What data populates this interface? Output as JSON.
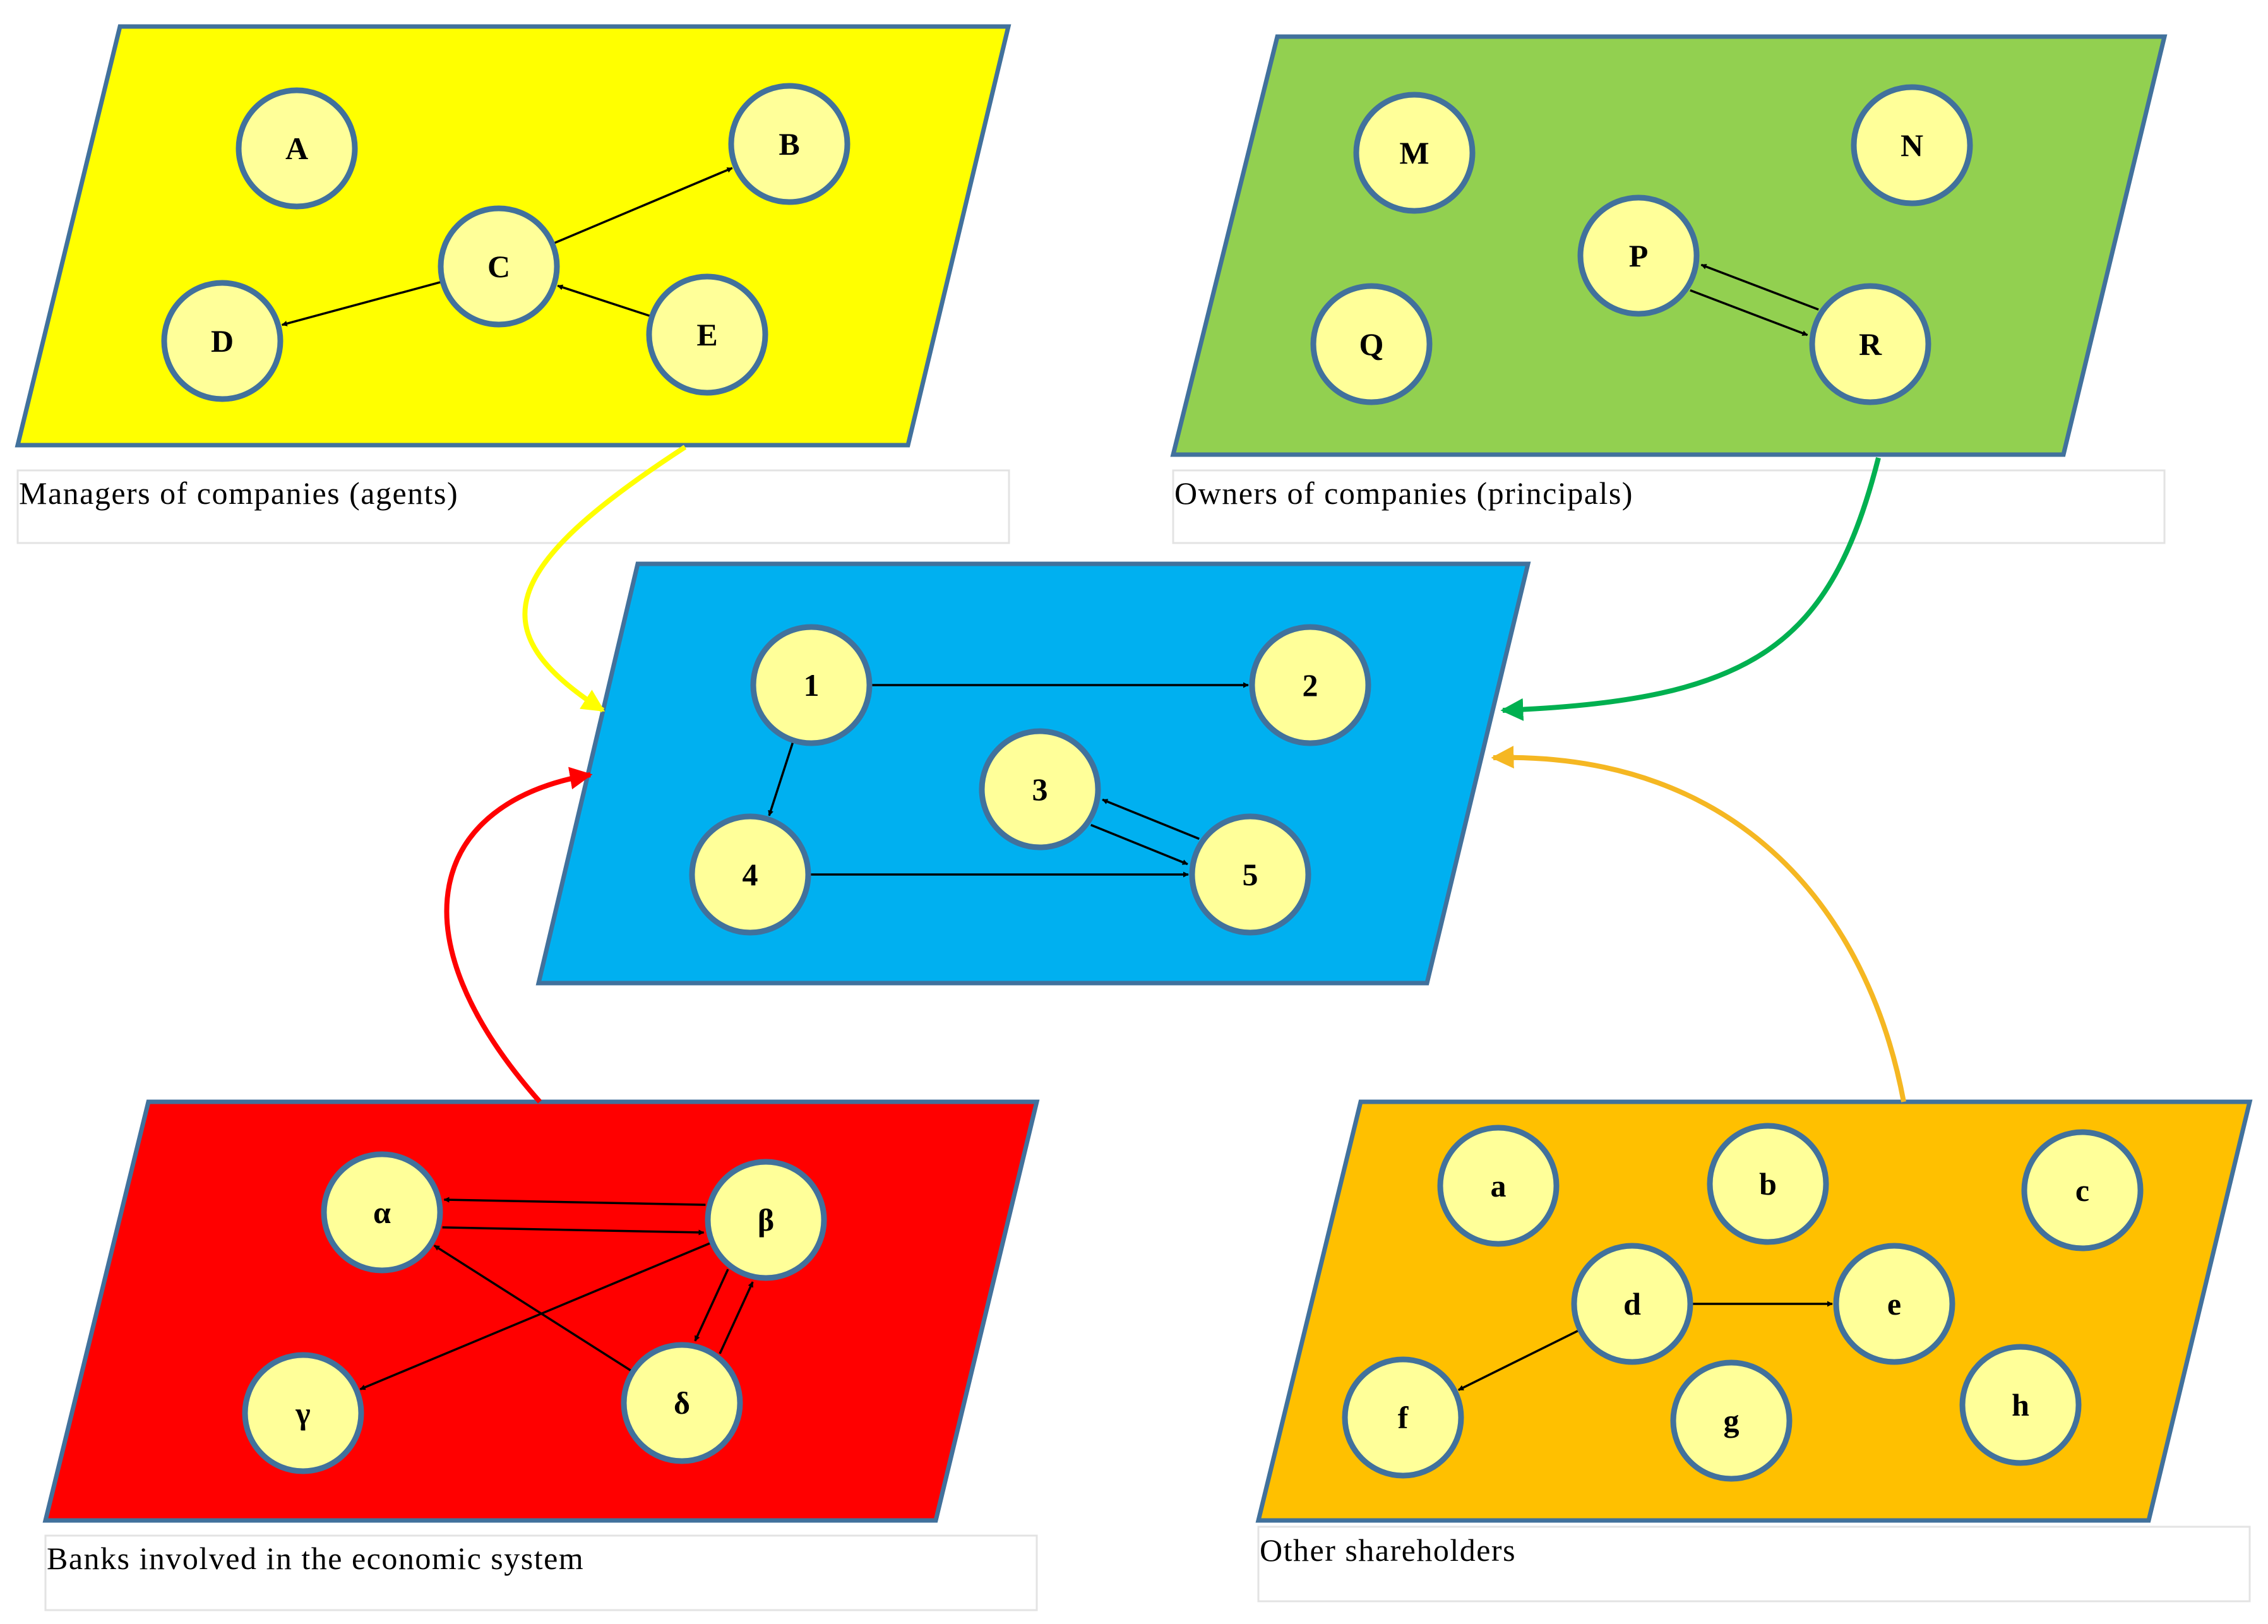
{
  "colors": {
    "yellow_plane": "#ffff00",
    "green_plane": "#92d050",
    "blue_plane": "#00b0f0",
    "red_plane": "#ff0000",
    "orange_plane": "#ffc000",
    "node_fill": "#ffff99",
    "node_border": "#41719c",
    "yellow_link": "#ffff00",
    "green_link": "#00b050",
    "red_link": "#ff0000",
    "orange_link": "#f5b722"
  },
  "planes": {
    "managers": {
      "caption": "Managers of companies (agents)",
      "nodes": [
        "A",
        "B",
        "C",
        "D",
        "E"
      ],
      "edges": [
        [
          "C",
          "B"
        ],
        [
          "C",
          "D"
        ],
        [
          "E",
          "C"
        ]
      ]
    },
    "owners": {
      "caption": "Owners of companies (principals)",
      "nodes": [
        "M",
        "N",
        "P",
        "Q",
        "R"
      ],
      "edges": [
        [
          "P",
          "R"
        ],
        [
          "R",
          "P"
        ]
      ]
    },
    "center": {
      "caption": "",
      "nodes": [
        "1",
        "2",
        "3",
        "4",
        "5"
      ],
      "edges": [
        [
          "1",
          "2"
        ],
        [
          "1",
          "4"
        ],
        [
          "4",
          "5"
        ],
        [
          "3",
          "5"
        ],
        [
          "5",
          "3"
        ]
      ]
    },
    "banks": {
      "caption": "Banks involved in the economic system",
      "nodes": [
        "α",
        "β",
        "γ",
        "δ"
      ],
      "edges": [
        [
          "α",
          "β"
        ],
        [
          "β",
          "α"
        ],
        [
          "β",
          "γ"
        ],
        [
          "δ",
          "α"
        ],
        [
          "β",
          "δ"
        ],
        [
          "δ",
          "β"
        ]
      ]
    },
    "shareholders": {
      "caption": "Other shareholders",
      "nodes": [
        "a",
        "b",
        "c",
        "d",
        "e",
        "f",
        "g",
        "h"
      ],
      "edges": [
        [
          "d",
          "e"
        ],
        [
          "d",
          "f"
        ]
      ]
    }
  },
  "links": [
    {
      "from": "managers",
      "to": "center",
      "color": "yellow_link"
    },
    {
      "from": "owners",
      "to": "center",
      "color": "green_link"
    },
    {
      "from": "banks",
      "to": "center",
      "color": "red_link"
    },
    {
      "from": "shareholders",
      "to": "center",
      "color": "orange_link"
    }
  ]
}
